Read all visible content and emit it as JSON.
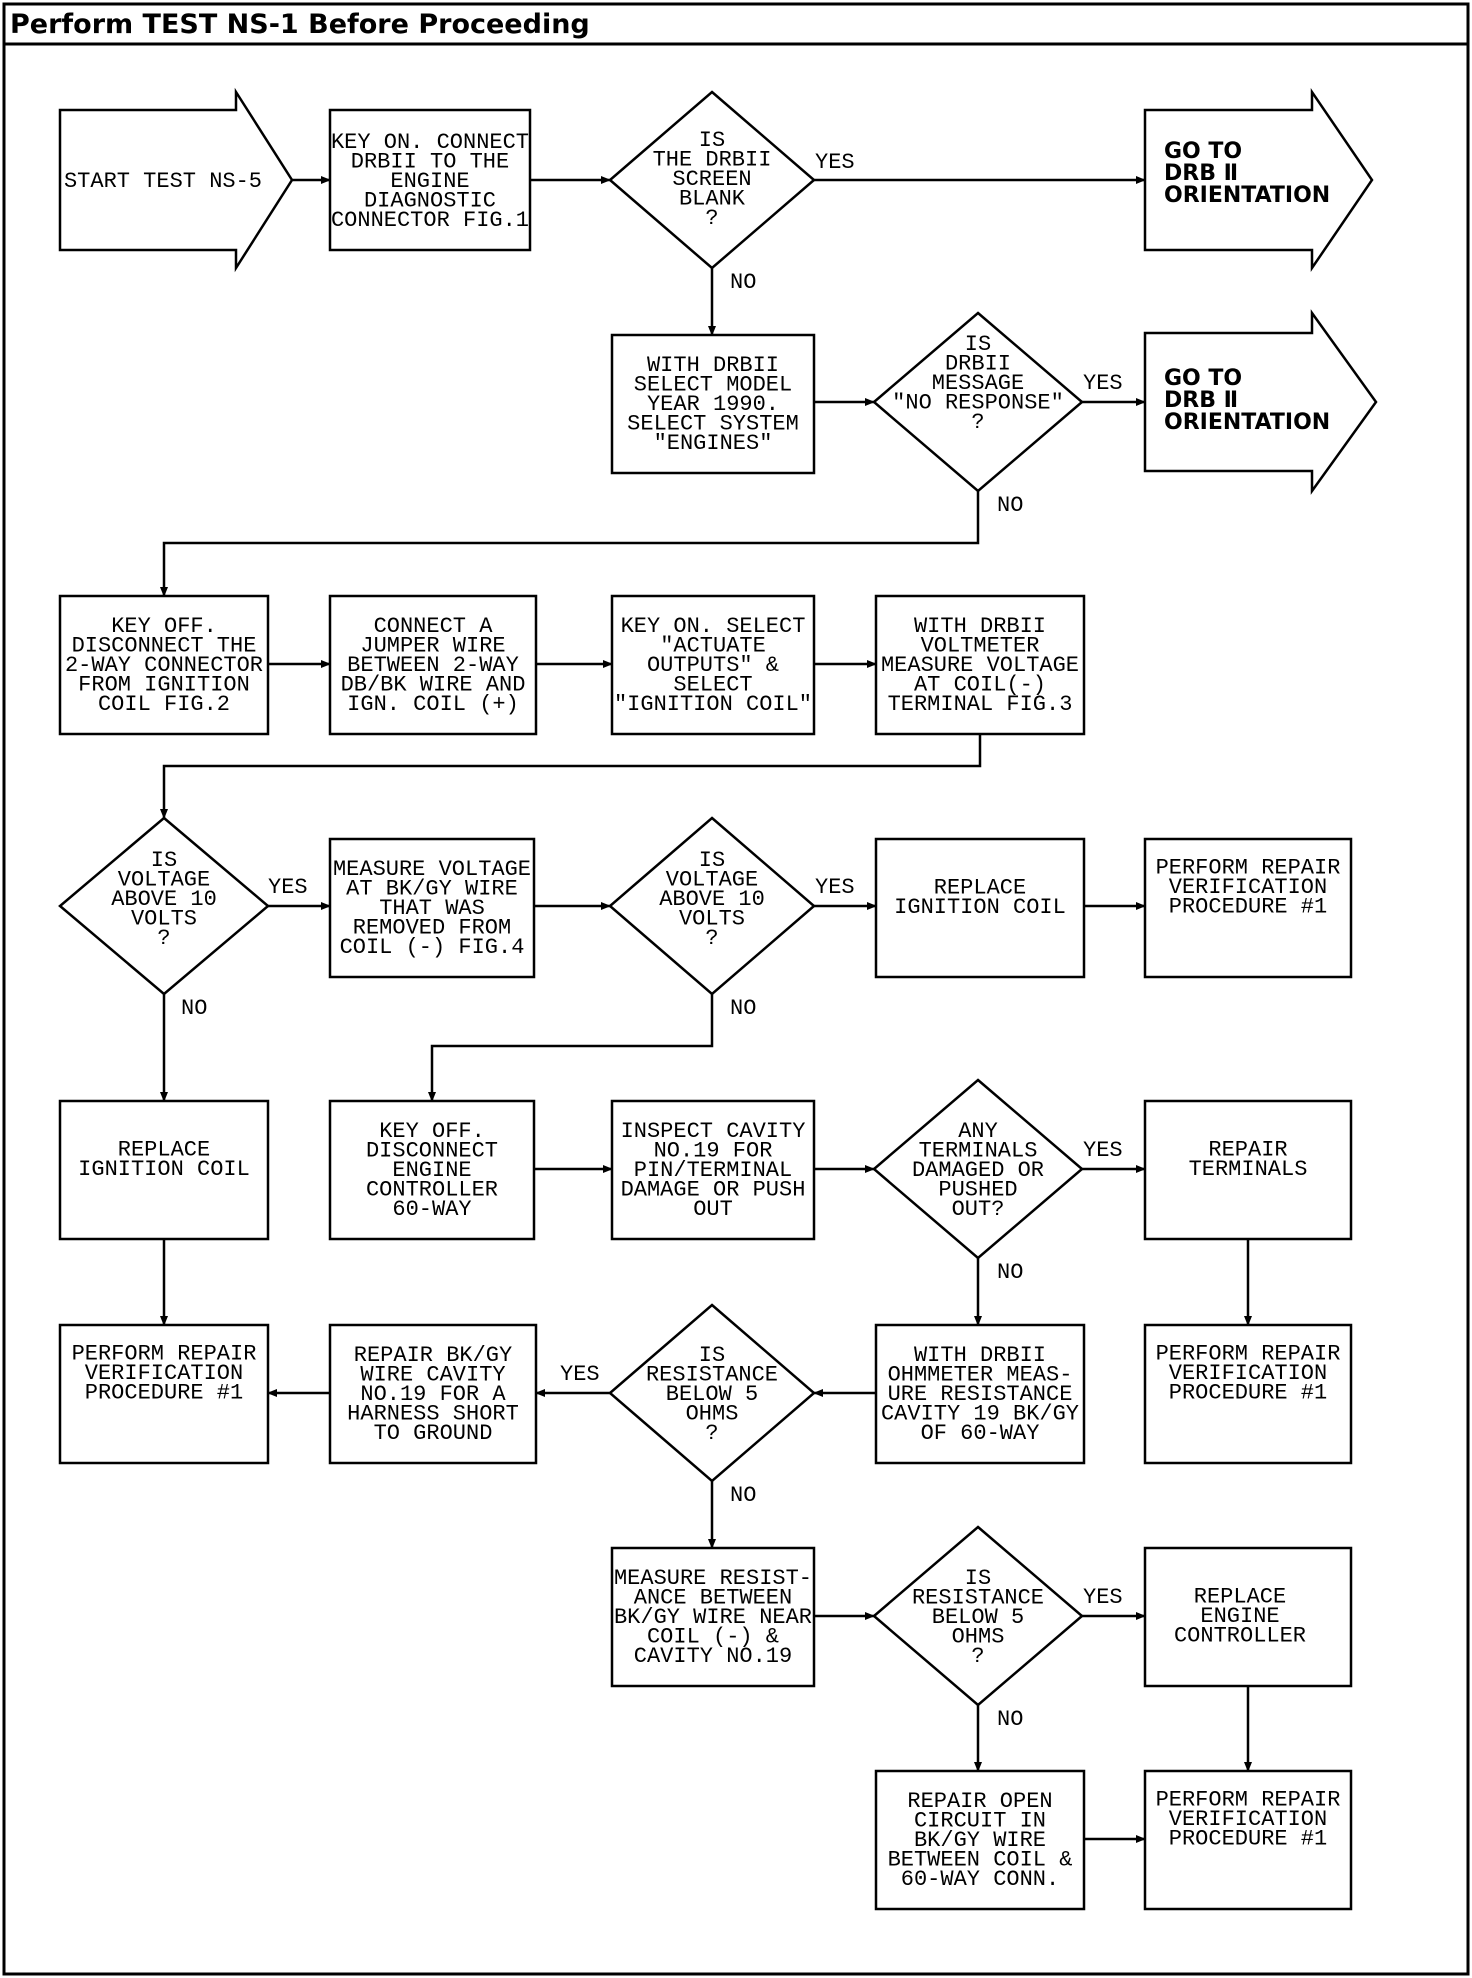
{
  "header": {
    "title": "Perform TEST NS-1 Before Proceeding"
  },
  "nodes": {
    "start": [
      "START TEST NS-5"
    ],
    "b1": [
      "KEY ON. CONNECT",
      "DRBII TO THE",
      "ENGINE",
      "DIAGNOSTIC",
      "CONNECTOR FIG.1"
    ],
    "d1": [
      "IS",
      "THE DRBII",
      "SCREEN",
      "BLANK",
      "?"
    ],
    "goto1": [
      "GO TO",
      "DRB Ⅱ",
      "ORIENTATION"
    ],
    "b2": [
      "WITH DRBII",
      "SELECT MODEL",
      "YEAR 1990.",
      "SELECT SYSTEM",
      "\"ENGINES\""
    ],
    "d2": [
      "IS",
      "DRBII",
      "MESSAGE",
      "\"NO RESPONSE\"",
      "?"
    ],
    "goto2": [
      "GO TO",
      "DRB Ⅱ",
      "ORIENTATION"
    ],
    "b3": [
      "KEY OFF.",
      "DISCONNECT THE",
      "2-WAY CONNECTOR",
      "FROM IGNITION",
      "COIL FIG.2"
    ],
    "b4": [
      "CONNECT A",
      "JUMPER WIRE",
      "BETWEEN 2-WAY",
      "DB/BK WIRE AND",
      "IGN. COIL (+)"
    ],
    "b5": [
      "KEY ON. SELECT",
      "\"ACTUATE",
      "OUTPUTS\" &",
      "SELECT",
      "\"IGNITION COIL\""
    ],
    "b6": [
      "WITH DRBII",
      "VOLTMETER",
      "MEASURE VOLTAGE",
      "AT COIL(-)",
      "TERMINAL FIG.3"
    ],
    "d3": [
      "IS",
      "VOLTAGE",
      "ABOVE 10",
      "VOLTS",
      "?"
    ],
    "b7": [
      "MEASURE VOLTAGE",
      "AT BK/GY WIRE",
      "THAT WAS",
      "REMOVED FROM",
      "COIL (-) FIG.4"
    ],
    "d4": [
      "IS",
      "VOLTAGE",
      "ABOVE 10",
      "VOLTS",
      "?"
    ],
    "b8": [
      "REPLACE",
      "IGNITION COIL"
    ],
    "b9": [
      "PERFORM REPAIR",
      "VERIFICATION",
      "PROCEDURE #1"
    ],
    "b10": [
      "REPLACE",
      "IGNITION COIL"
    ],
    "b11": [
      "KEY OFF.",
      "DISCONNECT",
      "ENGINE",
      "CONTROLLER",
      "60-WAY"
    ],
    "b12": [
      "INSPECT CAVITY",
      "NO.19 FOR",
      "PIN/TERMINAL",
      "DAMAGE OR PUSH",
      "OUT"
    ],
    "d5": [
      "ANY",
      "TERMINALS",
      "DAMAGED OR",
      "PUSHED",
      "OUT?"
    ],
    "b13": [
      "REPAIR",
      "TERMINALS"
    ],
    "b14": [
      "PERFORM REPAIR",
      "VERIFICATION",
      "PROCEDURE #1"
    ],
    "b15": [
      "REPAIR BK/GY",
      "WIRE CAVITY",
      "NO.19 FOR A",
      "HARNESS SHORT",
      "TO GROUND"
    ],
    "d6": [
      "IS",
      "RESISTANCE",
      "BELOW 5",
      "OHMS",
      "?"
    ],
    "b16": [
      "WITH DRBII",
      "OHMMETER MEAS-",
      "URE RESISTANCE",
      "CAVITY 19 BK/GY",
      "OF 60-WAY"
    ],
    "b17": [
      "PERFORM REPAIR",
      "VERIFICATION",
      "PROCEDURE #1"
    ],
    "b18": [
      "MEASURE RESIST-",
      "ANCE BETWEEN",
      "BK/GY WIRE NEAR",
      "COIL (-) &",
      "CAVITY NO.19"
    ],
    "d7": [
      "IS",
      "RESISTANCE",
      "BELOW 5",
      "OHMS",
      "?"
    ],
    "b19": [
      "REPLACE",
      "ENGINE",
      "CONTROLLER"
    ],
    "b20": [
      "REPAIR OPEN",
      "CIRCUIT IN",
      "BK/GY WIRE",
      "BETWEEN COIL &",
      "60-WAY CONN."
    ],
    "b21": [
      "PERFORM REPAIR",
      "VERIFICATION",
      "PROCEDURE #1"
    ]
  },
  "edge_labels": {
    "yes_d1": "YES",
    "no_d1": "NO",
    "yes_d2": "YES",
    "no_d2": "NO",
    "yes_d3": "YES",
    "no_d3": "NO",
    "yes_d4": "YES",
    "no_d4": "NO",
    "yes_d5": "YES",
    "no_d5": "NO",
    "yes_d6": "YES",
    "no_d6": "NO",
    "yes_d7": "YES",
    "no_d7": "NO"
  }
}
